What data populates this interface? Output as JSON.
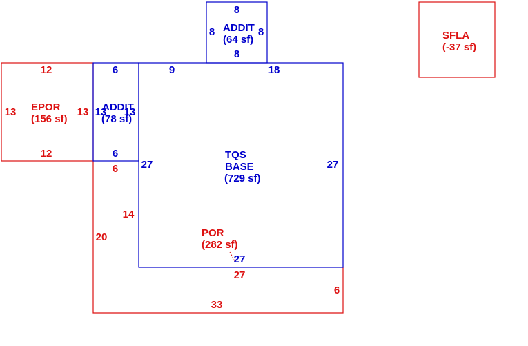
{
  "colors": {
    "blue": "#0000cc",
    "red": "#dd1111",
    "background": "#ffffff"
  },
  "areas": {
    "addit_top": {
      "name": "ADDIT",
      "area": "(64 sf)",
      "dims": {
        "top": "8",
        "left": "8",
        "right": "8",
        "bottom": "8"
      }
    },
    "sfla": {
      "name": "SFLA",
      "area": "(-37 sf)"
    },
    "epor": {
      "name": "EPOR",
      "area": "(156 sf)",
      "dims": {
        "top": "12",
        "left": "13",
        "right": "13",
        "bottom": "12"
      }
    },
    "addit_left": {
      "name": "ADDIT",
      "area": "(78 sf)",
      "dims": {
        "top": "6",
        "left": "13",
        "right": "13",
        "bottom": "6"
      }
    },
    "base": {
      "name_line1": "TQS",
      "name_line2": "BASE",
      "area": "(729 sf)",
      "dims": {
        "top_left": "9",
        "top_right": "18",
        "left": "27",
        "right": "27",
        "bottom": "27"
      }
    },
    "por": {
      "name": "POR",
      "area": "(282 sf)",
      "dims": {
        "top": "6",
        "inner": "14",
        "left": "20",
        "top_bottom": "27",
        "right": "6",
        "bottom": "33"
      }
    }
  }
}
